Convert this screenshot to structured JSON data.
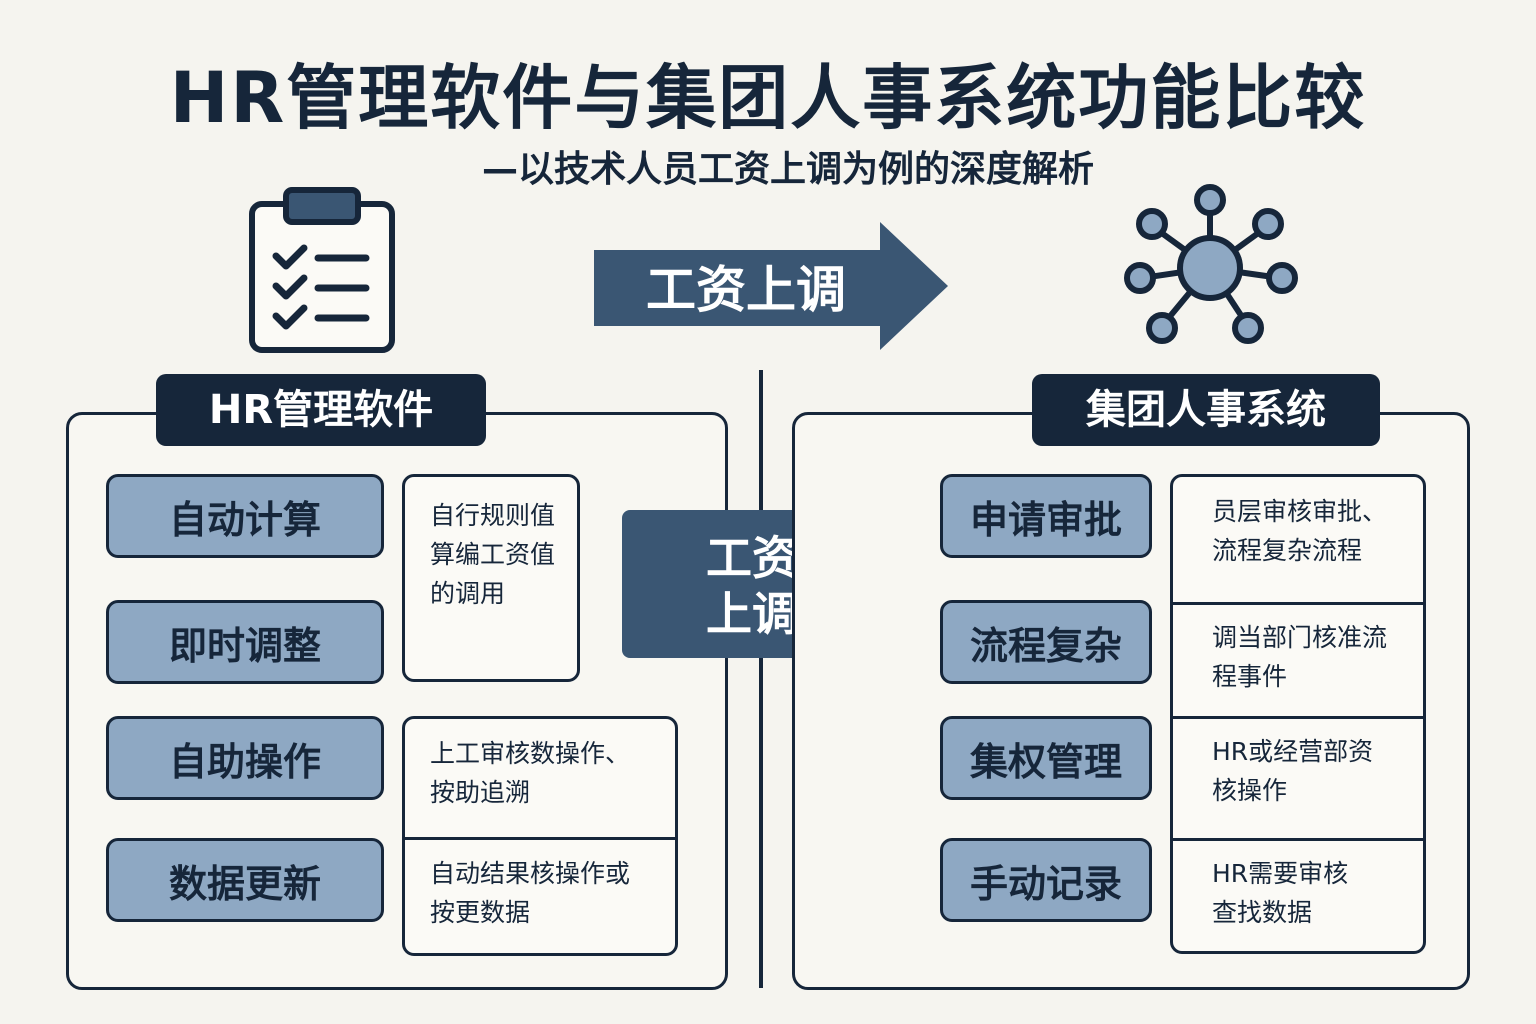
{
  "title": "HR管理软件与集团人事系统功能比较",
  "subtitle": "—以技术人员工资上调为例的深度解析",
  "arrow_label": "工资上调",
  "center_label_line1": "工资",
  "center_label_line2": "上调",
  "icons": {
    "left": "clipboard-checklist-icon",
    "right": "network-hub-icon",
    "arrow": "right-arrow-icon"
  },
  "colors": {
    "dark": "#16263a",
    "accent": "#3a5673",
    "feature": "#8ea8c3",
    "background": "#f5f4ef"
  },
  "left": {
    "header": "HR管理软件",
    "features": [
      "自动计算",
      "即时调整",
      "自助操作",
      "数据更新"
    ],
    "descriptions": [
      [
        "自行规则值",
        "算编工资值",
        "的调用"
      ],
      [
        "上工审核数操作、",
        "按助追溯"
      ],
      [
        "自动结果核操作或",
        "按更数据"
      ]
    ]
  },
  "right": {
    "header": "集团人事系统",
    "features": [
      "申请审批",
      "流程复杂",
      "集权管理",
      "手动记录"
    ],
    "descriptions": [
      [
        "员层审核审批、",
        "流程复杂流程"
      ],
      [
        "调当部门核准流",
        "程事件"
      ],
      [
        "HR或经营部资",
        "核操作"
      ],
      [
        "HR需要审核",
        "查找数据"
      ]
    ]
  }
}
